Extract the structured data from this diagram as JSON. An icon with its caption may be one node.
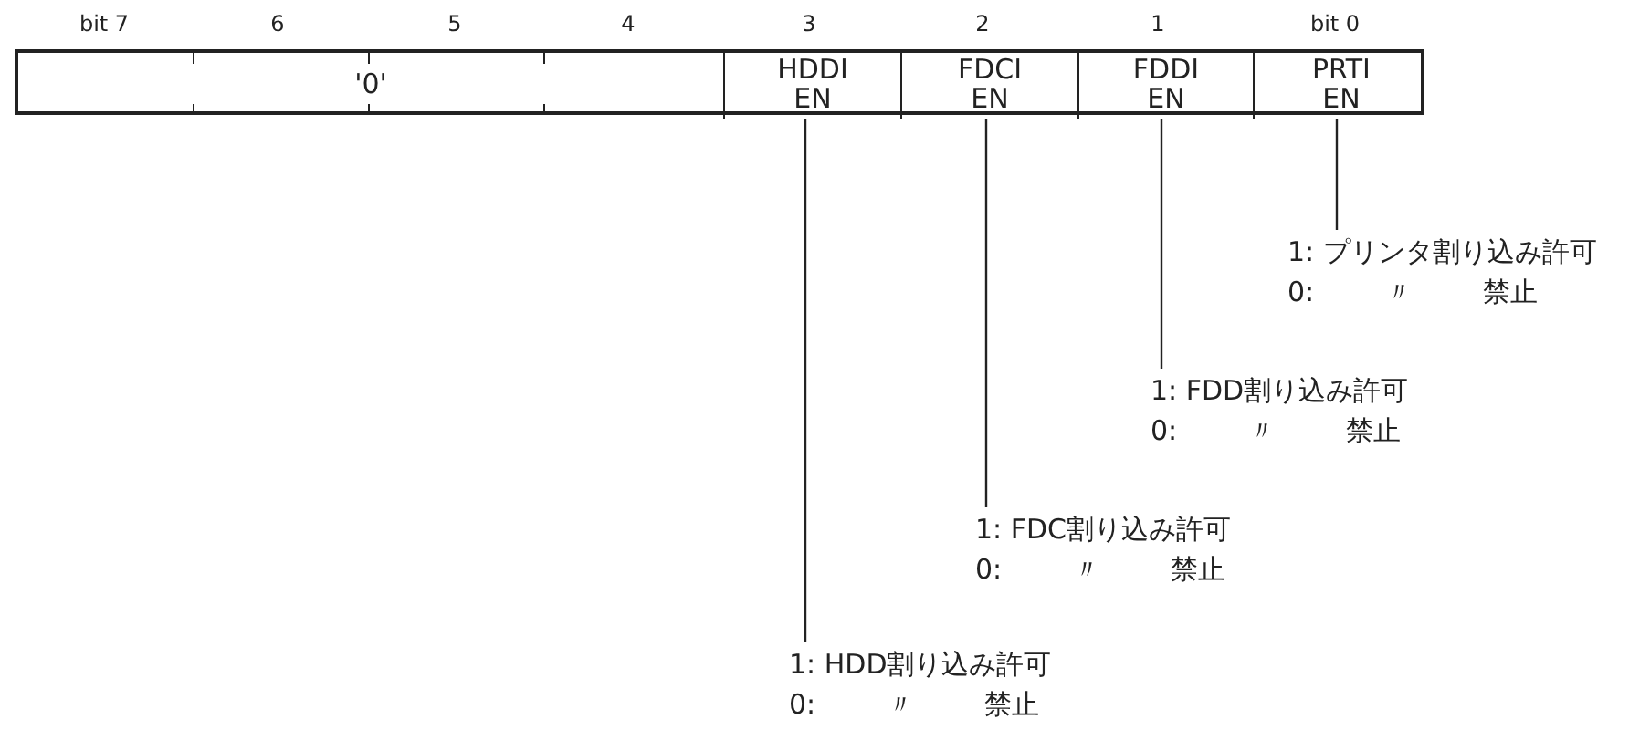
{
  "diagram": {
    "nodes": [
      {
        "text": [],
        "shape": "box"
      },
      {
        "text": [
          "'0'"
        ],
        "in": 0
      },
      {
        "text": [
          "HDDI EN"
        ],
        "in": 0
      },
      {
        "text": [
          "FDCI EN"
        ],
        "in": 0
      },
      {
        "text": [
          "FDDI EN"
        ],
        "in": 0
      },
      {
        "text": [
          "PRTI EN"
        ],
        "in": 0
      },
      {
        "text": [
          "1: プリンタ割り込み許可",
          "0: 〃 禁止"
        ]
      },
      {
        "text": [
          "1: FDD割り込み許可",
          "0: 〃 禁止"
        ]
      },
      {
        "text": [
          "1: FDC割り込み許可",
          "0: 〃 禁止"
        ]
      },
      {
        "text": [
          "1: HDD割り込み許可",
          "0: 〃 禁止"
        ]
      }
    ],
    "edges": [
      {
        "from": 6,
        "to": 5,
        "arrow": "none"
      },
      {
        "from": 7,
        "to": 4,
        "arrow": "none"
      },
      {
        "from": 8,
        "to": 3,
        "arrow": "none"
      },
      {
        "from": 9,
        "to": 2,
        "arrow": "none"
      }
    ],
    "labels": [
      "bit 7",
      "6",
      "5",
      "4",
      "3",
      "2",
      "1",
      "bit 0"
    ]
  }
}
